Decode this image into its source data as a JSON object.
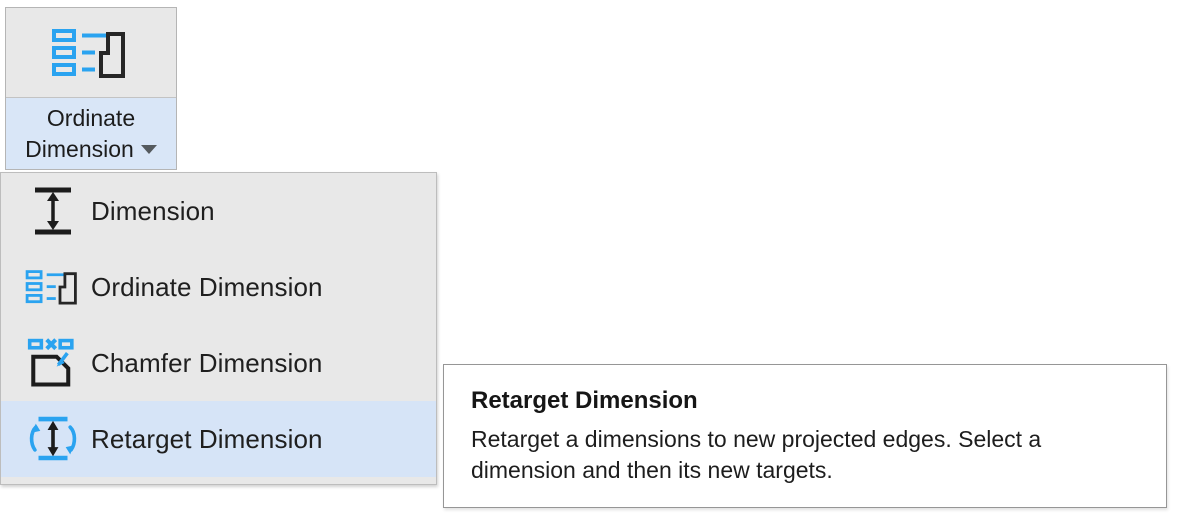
{
  "ribbon": {
    "icon": "ordinate-dimension-icon",
    "label_line1": "Ordinate",
    "label_line2": "Dimension",
    "caret": "chevron-down-icon"
  },
  "menu": {
    "items": [
      {
        "label": "Dimension",
        "icon": "dimension-icon",
        "selected": false
      },
      {
        "label": "Ordinate Dimension",
        "icon": "ordinate-dimension-icon",
        "selected": false
      },
      {
        "label": "Chamfer Dimension",
        "icon": "chamfer-dimension-icon",
        "selected": false
      },
      {
        "label": "Retarget Dimension",
        "icon": "retarget-dimension-icon",
        "selected": true
      }
    ]
  },
  "tooltip": {
    "title": "Retarget Dimension",
    "body": "Retarget a dimensions to new projected edges. Select a dimension and then its new targets."
  },
  "colors": {
    "accent_blue": "#2aa3f0",
    "selection_blue": "#d6e4f7",
    "panel_gray": "#e8e8e8",
    "border_gray": "#bdbdbd",
    "icon_black": "#1c1c1c"
  }
}
